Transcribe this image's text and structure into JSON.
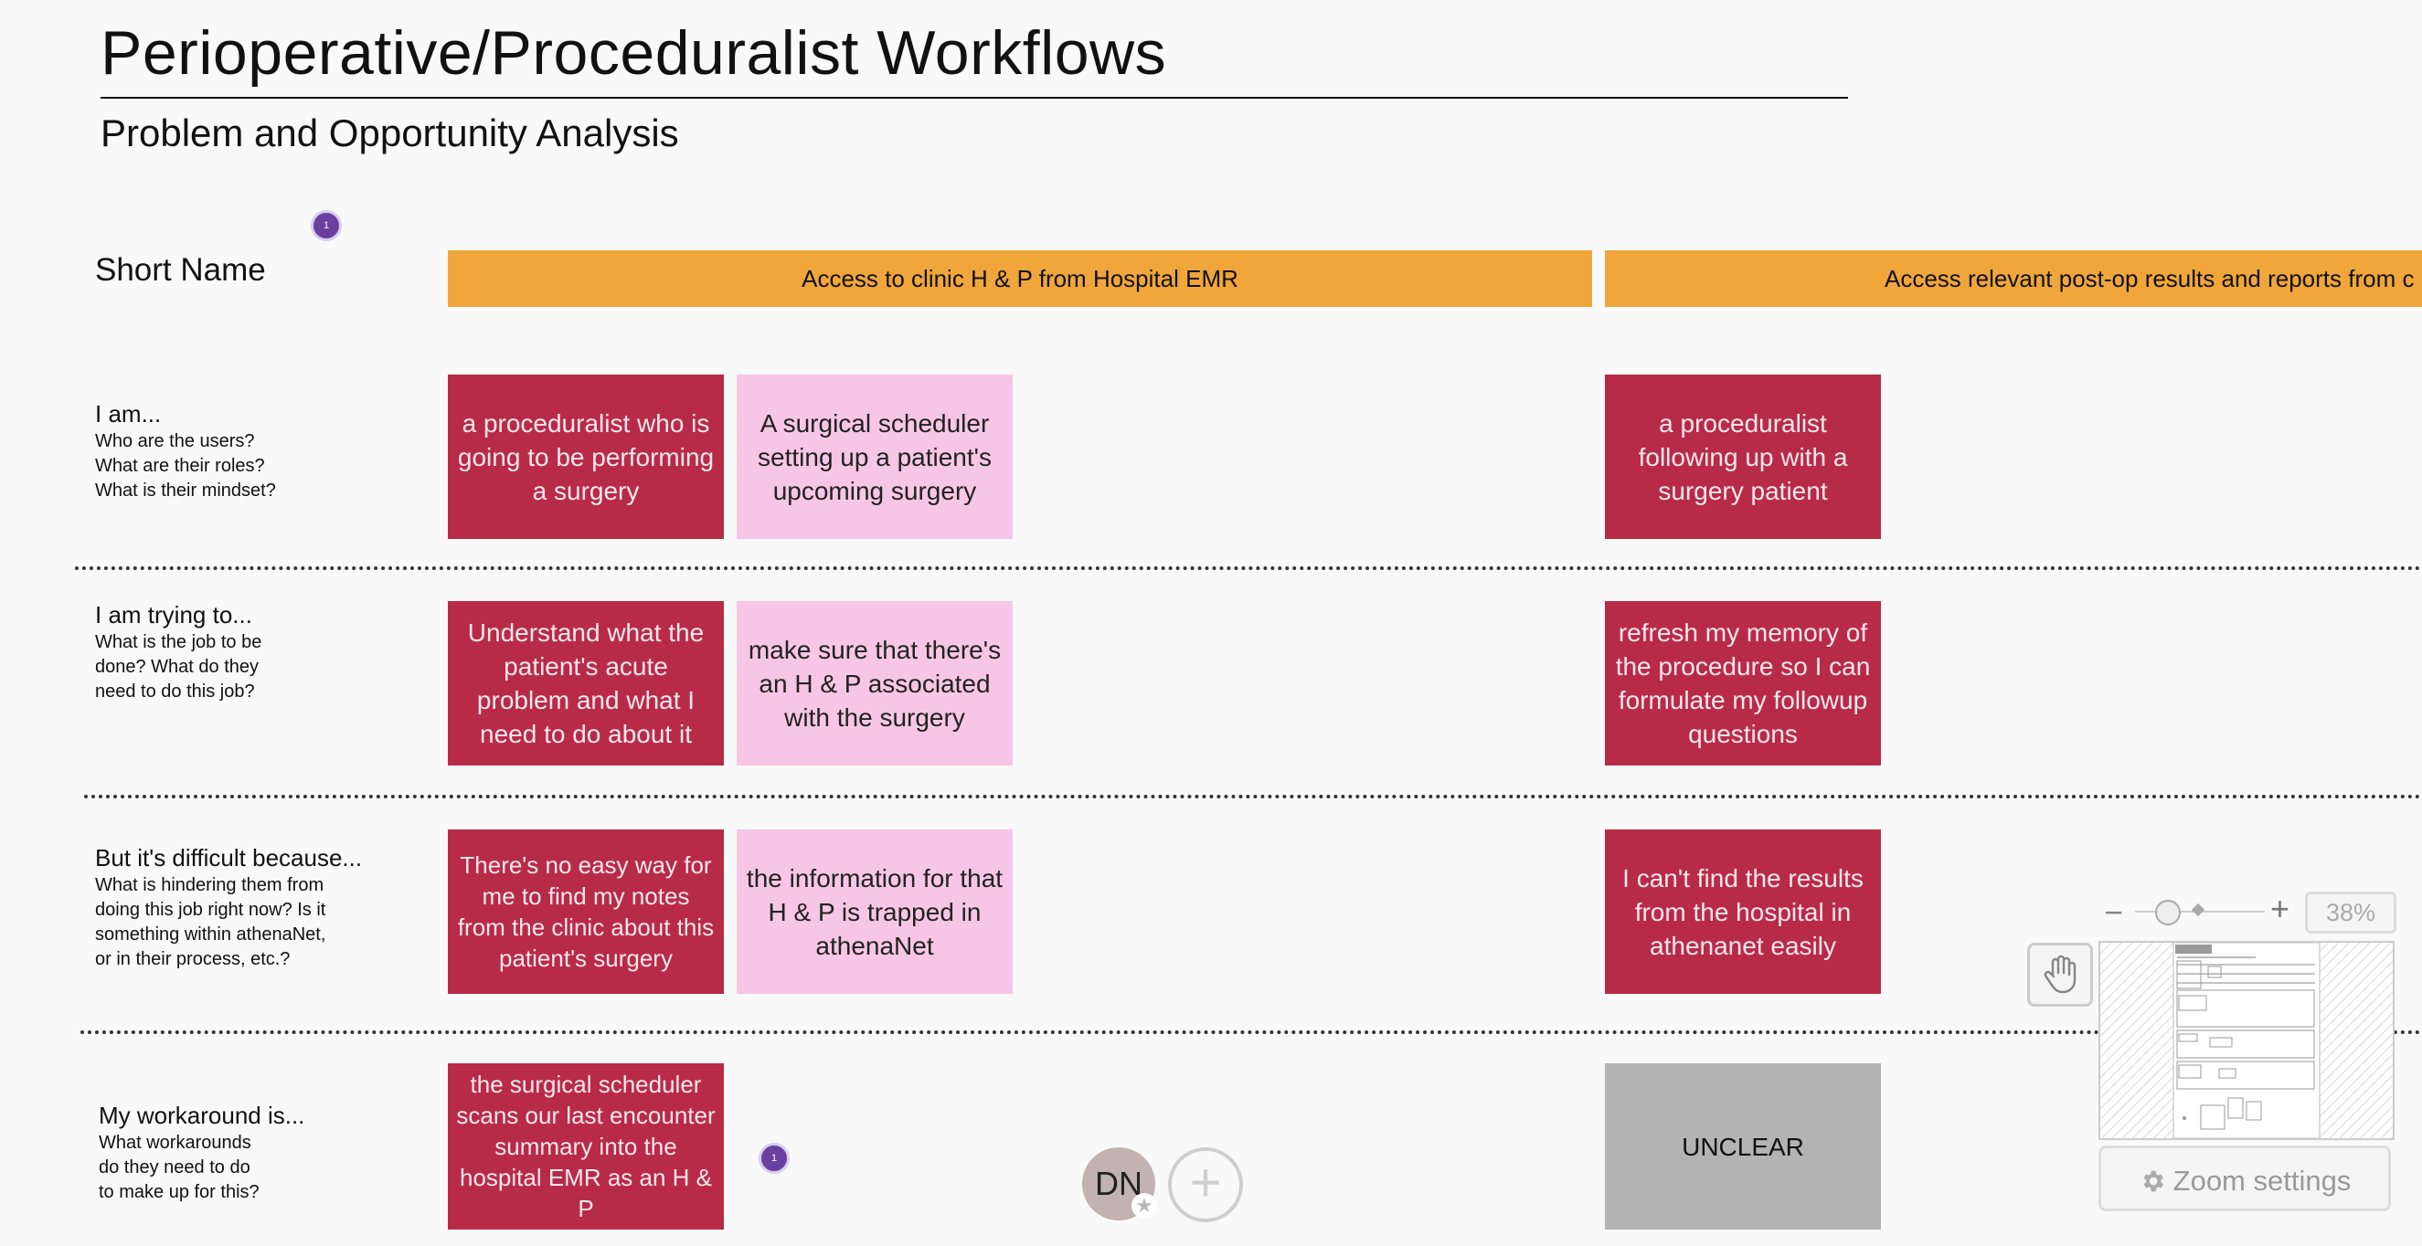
{
  "board": {
    "title": "Perioperative/Proceduralist Workflows",
    "subtitle": "Problem and Opportunity Analysis"
  },
  "badges": {
    "short_name_count": "1",
    "workaround_count": "1"
  },
  "short_name_label": "Short Name",
  "headers": [
    "Access to clinic H & P from Hospital EMR",
    "Access relevant post-op results and reports from c"
  ],
  "rows": [
    {
      "head": "I am...",
      "sub": [
        "Who are the users?",
        "What are their roles?",
        "What is their mindset?"
      ]
    },
    {
      "head": "I am trying to...",
      "sub": [
        "What is the job to be",
        "done? What do they",
        "need to do this job?"
      ]
    },
    {
      "head": "But it's difficult because...",
      "sub": [
        "What is hindering them from",
        "doing this job right now? Is it",
        "something within athenaNet,",
        "or in their process, etc.?"
      ]
    },
    {
      "head": "My workaround is...",
      "sub": [
        "What workarounds",
        "do they need to do",
        "to make up for this?"
      ]
    }
  ],
  "stickies": {
    "r1": [
      "a proceduralist who is going to be performing a surgery",
      "A surgical scheduler setting up a patient's upcoming surgery",
      "a proceduralist following up with a surgery patient"
    ],
    "r2": [
      "Understand what the patient's acute problem and what I need to do about it",
      "make sure that there's an H & P associated with the surgery",
      "refresh my memory of the procedure so I can formulate my followup questions"
    ],
    "r3": [
      "There's no easy way for me to find my notes from the clinic about this patient's surgery",
      "the information for that H & P is trapped in athenaNet",
      "I can't find the results from the hospital in athenanet easily"
    ],
    "r4": [
      "the surgical scheduler scans our last encounter summary into the hospital EMR as an H & P",
      "UNCLEAR"
    ]
  },
  "collaborators": {
    "avatar_initials": "DN"
  },
  "zoom": {
    "level": "38%",
    "settings_label": "Zoom settings",
    "value": 0.38
  },
  "colors": {
    "header": "#f0a63a",
    "sticky_red": "#b82b48",
    "sticky_pink": "#f7c6e6",
    "sticky_gray": "#b3b3b3",
    "badge": "#6b3fa0"
  },
  "icons": {
    "hand": "hand-icon",
    "gear": "gear-icon",
    "plus": "plus-icon",
    "star": "star-icon"
  }
}
